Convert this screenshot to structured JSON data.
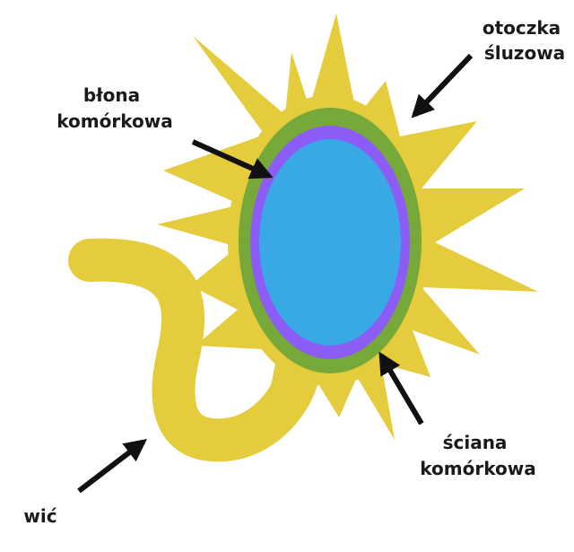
{
  "labels": {
    "mucus_capsule": [
      "otoczka",
      "śluzowa"
    ],
    "cell_membrane": [
      "błona",
      "komórkowa"
    ],
    "cell_wall": [
      "ściana",
      "komórkowa"
    ],
    "flagellum": "wić"
  },
  "colors": {
    "capsule": "#e5cc3c",
    "cell_wall": "#76a83a",
    "cell_membrane": "#8b5cf6",
    "cytoplasm": "#38a9e4",
    "arrow": "#111111",
    "text": "#1a1a1a",
    "background": "#ffffff"
  }
}
